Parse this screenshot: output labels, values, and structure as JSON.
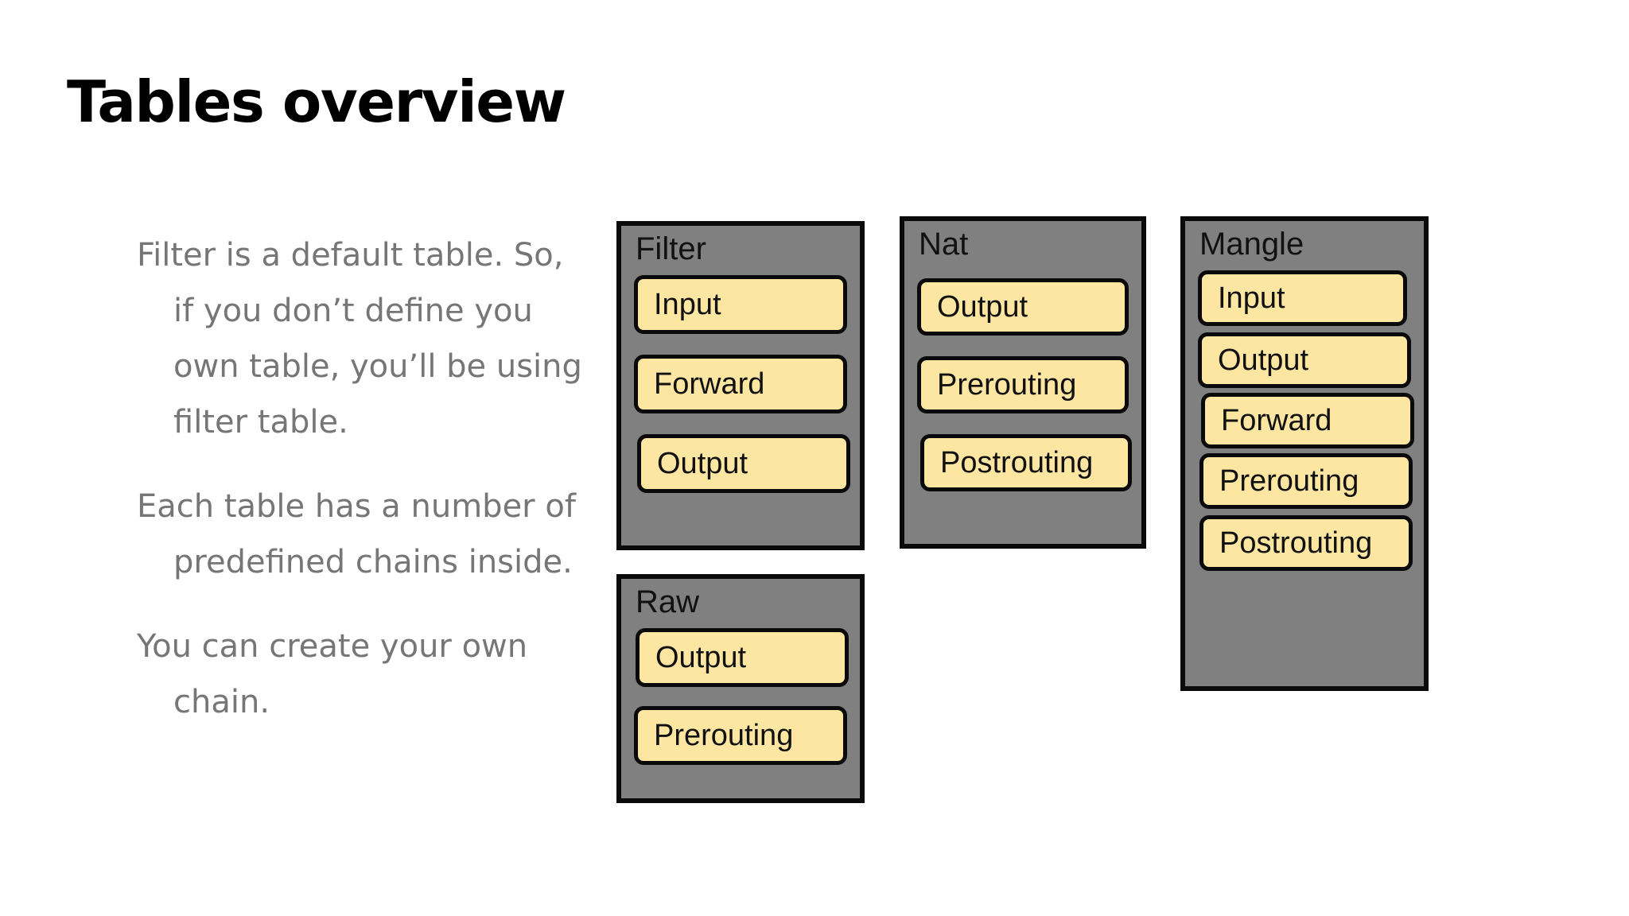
{
  "slide": {
    "title": "Tables overview",
    "background_color": "#ffffff",
    "body_text_color": "#767676",
    "table_fill_color": "#808080",
    "chain_fill_color": "#fce6a1",
    "outline_color": "#0a0a0a"
  },
  "body_copy": {
    "paragraphs": [
      "Filter is a default table. So, if you don’t define you own table, you’ll be using filter table.",
      "Each table has a number of predefined chains inside.",
      "You can create your own chain."
    ]
  },
  "diagram": {
    "tables": [
      {
        "name": "Filter",
        "chains": [
          {
            "label": "Input"
          },
          {
            "label": "Forward"
          },
          {
            "label": "Output"
          }
        ]
      },
      {
        "name": "Raw",
        "chains": [
          {
            "label": "Output"
          },
          {
            "label": "Prerouting"
          }
        ]
      },
      {
        "name": "Nat",
        "chains": [
          {
            "label": "Output"
          },
          {
            "label": "Prerouting"
          },
          {
            "label": "Postrouting"
          }
        ]
      },
      {
        "name": "Mangle",
        "chains": [
          {
            "label": "Input"
          },
          {
            "label": "Output"
          },
          {
            "label": "Forward"
          },
          {
            "label": "Prerouting"
          },
          {
            "label": "Postrouting"
          }
        ]
      }
    ]
  }
}
